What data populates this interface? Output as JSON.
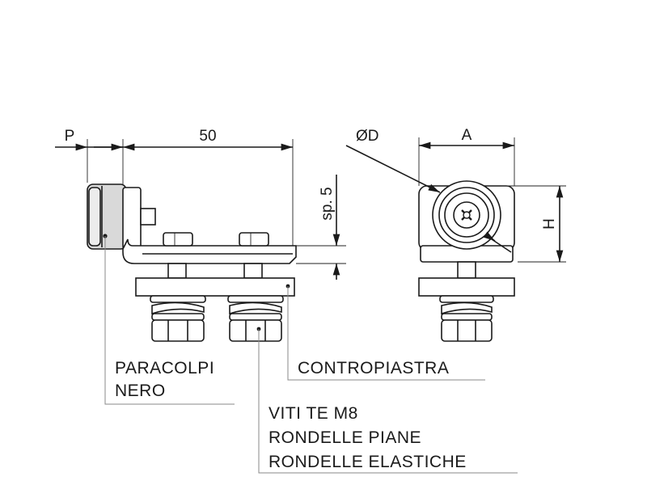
{
  "dimensions": {
    "p": "P",
    "length": "50",
    "thickness": "sp. 5",
    "diameter": "ØD",
    "a": "A",
    "h": "H"
  },
  "labels": {
    "bumper_line1": "PARACOLPI",
    "bumper_line2": "NERO",
    "counterplate": "CONTROPIASTRA",
    "screws_line1": "VITI TE M8",
    "screws_line2": "RONDELLE PIANE",
    "screws_line3": "RONDELLE ELASTICHE"
  }
}
